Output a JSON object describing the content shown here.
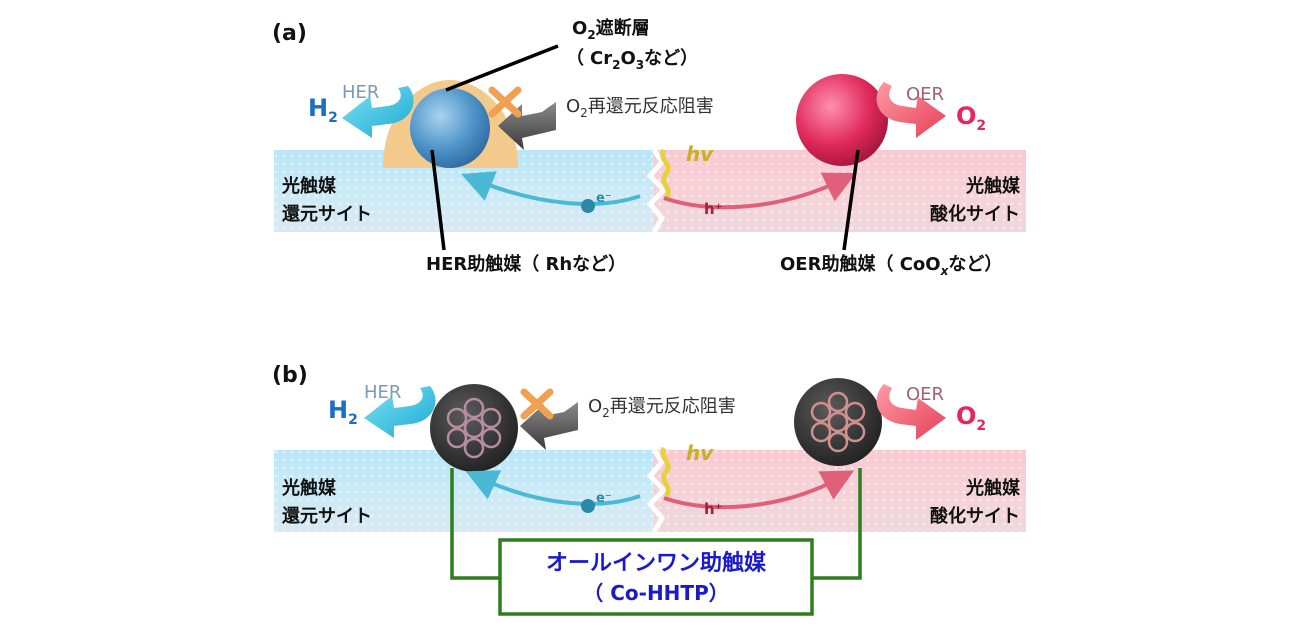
{
  "panel_a": {
    "label": "(a)",
    "her": "HER",
    "h2": "H",
    "h2_sub": "2",
    "oer": "OER",
    "o2": "O",
    "o2_sub": "2",
    "o2_block_layer_prefix": "O",
    "o2_block_layer_sub": "2",
    "o2_block_layer_suffix": "遮断層",
    "cr2o3_open": "（",
    "cr2o3_cr": "Cr",
    "cr2o3_sub1": "2",
    "cr2o3_o": "O",
    "cr2o3_sub2": "3",
    "cr2o3_close": "など）",
    "o2_inhibit_prefix": "O",
    "o2_inhibit_sub": "2",
    "o2_inhibit_suffix": "再還元反応阻害",
    "hv": "hv",
    "electron": "e⁻",
    "hole": "h⁺",
    "left_site_line1": "光触媒",
    "left_site_line2": "還元サイト",
    "right_site_line1": "光触媒",
    "right_site_line2": "酸化サイト",
    "her_cocatalyst": "HER助触媒（ Rhなど）",
    "oer_cocatalyst_prefix": "OER助触媒（ CoO",
    "oer_cocatalyst_sub": "x",
    "oer_cocatalyst_suffix": "など）"
  },
  "panel_b": {
    "label": "(b)",
    "her": "HER",
    "h2": "H",
    "h2_sub": "2",
    "oer": "OER",
    "o2": "O",
    "o2_sub": "2",
    "o2_inhibit_prefix": "O",
    "o2_inhibit_sub": "2",
    "o2_inhibit_suffix": "再還元反応阻害",
    "hv": "hv",
    "electron": "e⁻",
    "hole": "h⁺",
    "left_site_line1": "光触媒",
    "left_site_line2": "還元サイト",
    "right_site_line1": "光触媒",
    "right_site_line2": "酸化サイト",
    "all_in_one_line1": "オールインワン助触媒",
    "all_in_one_line2": "（ Co-HHTP）"
  },
  "colors": {
    "blue_text": "#1a6fc4",
    "pink_text": "#e8265e",
    "navy_text": "#1a1acc",
    "green_box": "#2e7d1e",
    "blue_layer": "#aee0f5",
    "pink_layer": "#f7c6cf"
  }
}
